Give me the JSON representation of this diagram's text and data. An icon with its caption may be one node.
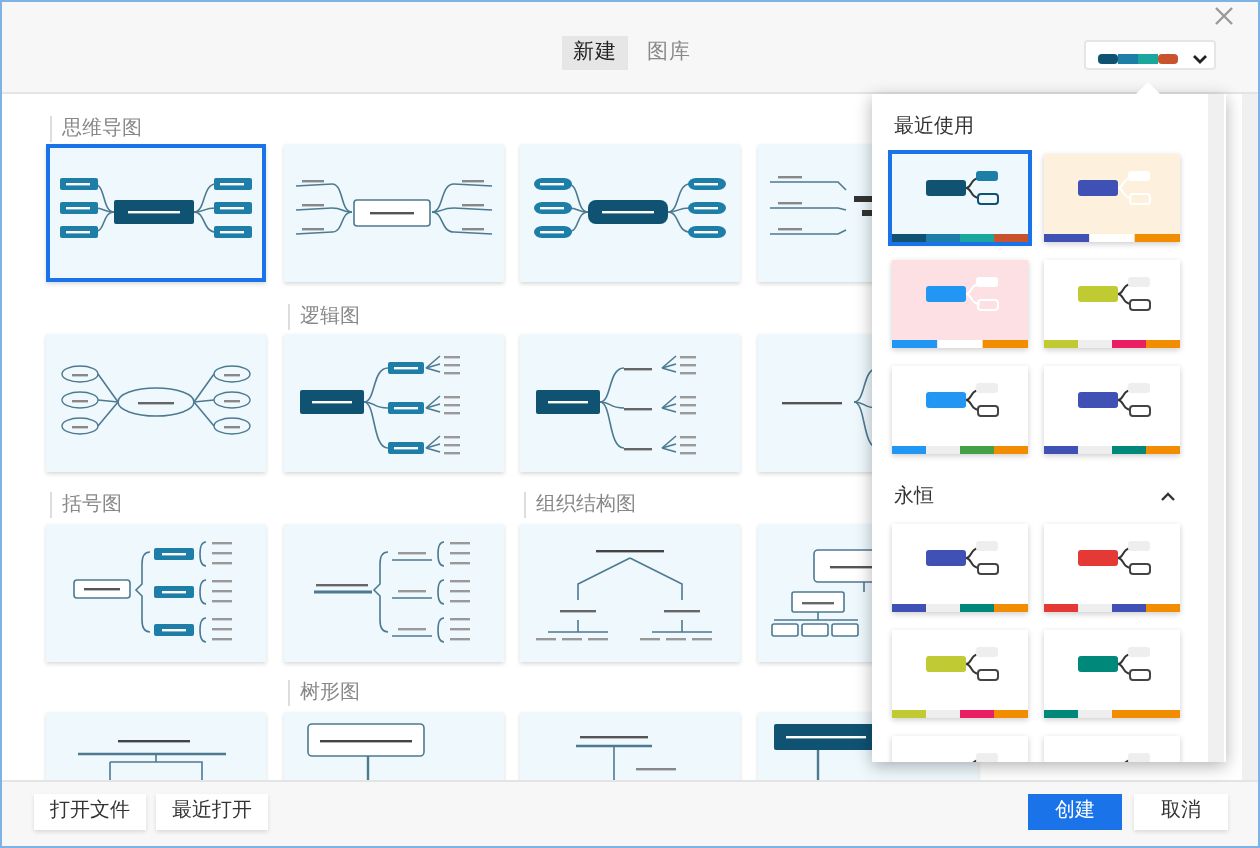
{
  "diagram": {
    "labels": [
      "新建",
      "图库",
      "思维导图",
      "逻辑图",
      "括号图",
      "组织结构图",
      "树形图",
      "最近使用",
      "永恒",
      "打开文件",
      "最近打开",
      "创建",
      "取消"
    ]
  }
}
